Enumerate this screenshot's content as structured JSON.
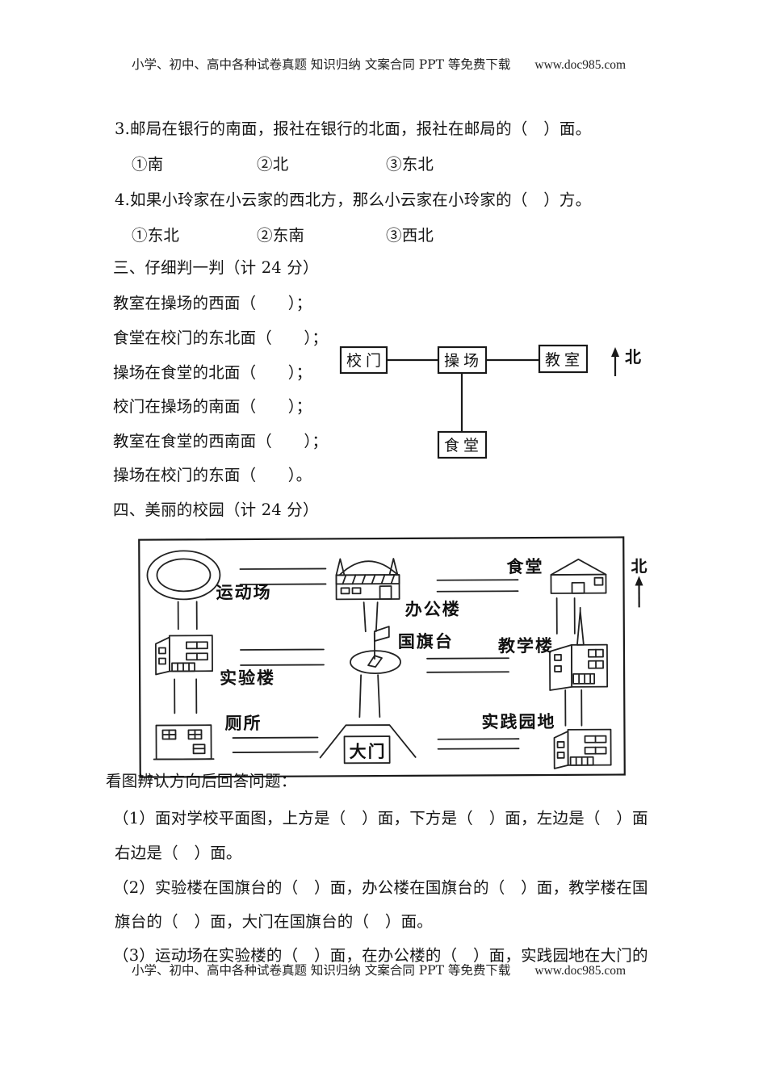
{
  "header": {
    "text": "小学、初中、高中各种试卷真题 知识归纳 文案合同 PPT 等免费下载",
    "url": "www.doc985.com"
  },
  "footer": {
    "text": "小学、初中、高中各种试卷真题 知识归纳 文案合同 PPT 等免费下载",
    "url": "www.doc985.com"
  },
  "q3": {
    "text": "3.邮局在银行的南面，报社在银行的北面，报社在邮局的（　）面。",
    "options": [
      "①南",
      "②北",
      "③东北"
    ]
  },
  "q4": {
    "text": "4.如果小玲家在小云家的西北方，那么小云家在小玲家的（　）方。",
    "options": [
      "①东北",
      "②东南",
      "③西北"
    ]
  },
  "section3": {
    "title": "三、仔细判一判（计 24 分）",
    "statements": [
      "教室在操场的西面（　　）；",
      "食堂在校门的东北面（　　）；",
      "操场在食堂的北面（　　）；",
      "校门在操场的南面（　　）；",
      "教室在食堂的西南面（　　）；",
      "操场在校门的东面（　　）。"
    ],
    "diagram": {
      "gate": "校门",
      "playground": "操场",
      "classroom": "教室",
      "canteen": "食堂",
      "north": "北"
    }
  },
  "section4": {
    "title": "四、美丽的校园（计 24 分）",
    "map": {
      "sports_field": "运动场",
      "office_building": "办公楼",
      "canteen": "食堂",
      "north": "北",
      "lab_building": "实验楼",
      "flag_stand": "国旗台",
      "teaching_building": "教学楼",
      "toilet": "厕所",
      "gate": "大门",
      "practice_garden": "实践园地"
    },
    "intro": "看图辨认方向后回答问题：",
    "q1_line1": "（1）面对学校平面图，上方是（　）面，下方是（　）面，左边是（　）面",
    "q1_line2": "右边是（　）面。",
    "q2_line1": "（2）实验楼在国旗台的（　）面，办公楼在国旗台的（　）面，教学楼在国",
    "q2_line2": "旗台的（　）面，大门在国旗台的（　）面。",
    "q3_line": "（3）运动场在实验楼的（　）面，在办公楼的（　）面，实践园地在大门的"
  }
}
